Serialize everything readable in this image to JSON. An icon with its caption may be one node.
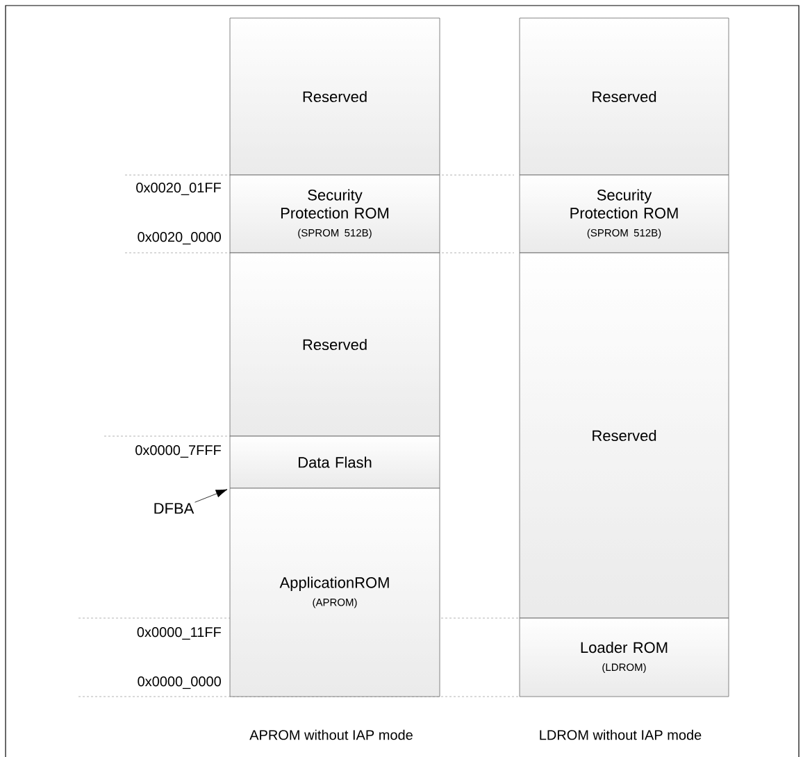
{
  "diagram": {
    "nodes": [
      {
        "text": [
          "Reserved"
        ]
      },
      {
        "text": [
          "Security Protection ROM",
          "(SPROM 512B)"
        ]
      },
      {
        "text": [
          "Reserved"
        ]
      },
      {
        "text": [
          "Data Flash"
        ]
      },
      {
        "text": [
          "ApplicationROM",
          "(APROM)"
        ]
      },
      {
        "text": [
          "Reserved"
        ]
      },
      {
        "text": [
          "Security Protection ROM",
          "(SPROM 512B)"
        ]
      },
      {
        "text": [
          "Reserved"
        ]
      },
      {
        "text": [
          "Loader ROM",
          "(LDROM)"
        ]
      },
      {
        "text": [
          "DFBA"
        ]
      }
    ],
    "edges": [
      {
        "from": 9,
        "to": 3,
        "arrow": "to"
      }
    ],
    "labels": [
      "0x0020_01FF",
      "0x0020_0000",
      "0x0000_7FFF",
      "0x0000_11FF",
      "0x0000_0000",
      "APROM without IAP mode",
      "LDROM without IAP mode"
    ]
  }
}
